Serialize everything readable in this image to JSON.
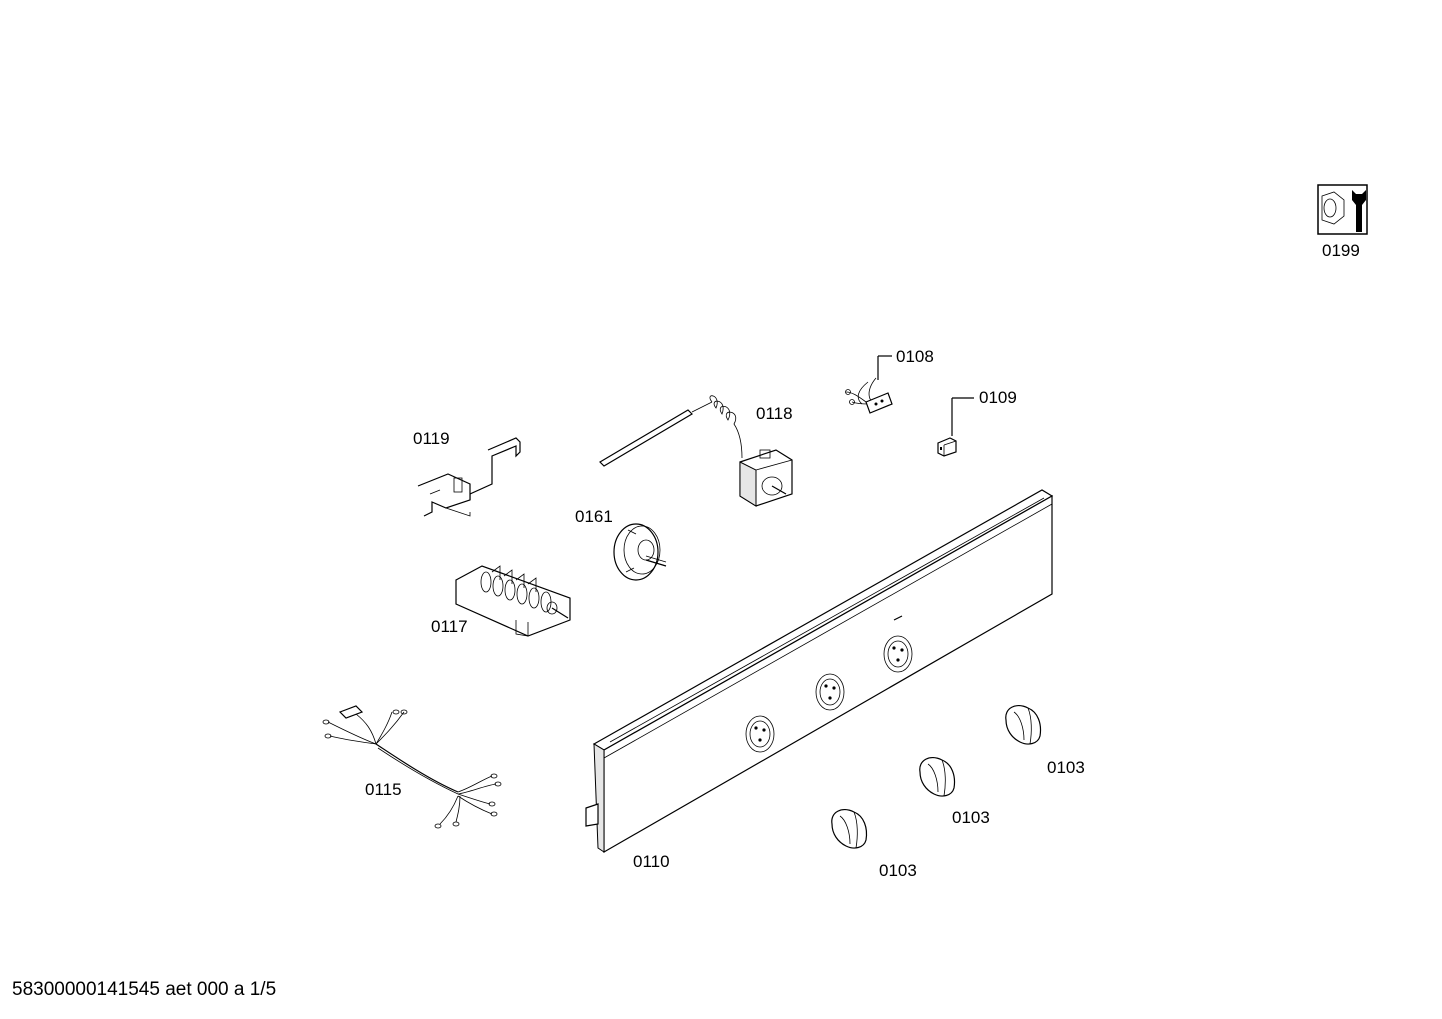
{
  "parts": {
    "p0199": "0199",
    "p0108": "0108",
    "p0109": "0109",
    "p0118": "0118",
    "p0119": "0119",
    "p0161": "0161",
    "p0117": "0117",
    "p0115": "0115",
    "p0110": "0110",
    "p0103a": "0103",
    "p0103b": "0103",
    "p0103c": "0103"
  },
  "footer": {
    "doc_id": "58300000141545 aet 000 a 1/5"
  },
  "icons": {
    "service_icon": "nut-and-wrench-icon"
  }
}
